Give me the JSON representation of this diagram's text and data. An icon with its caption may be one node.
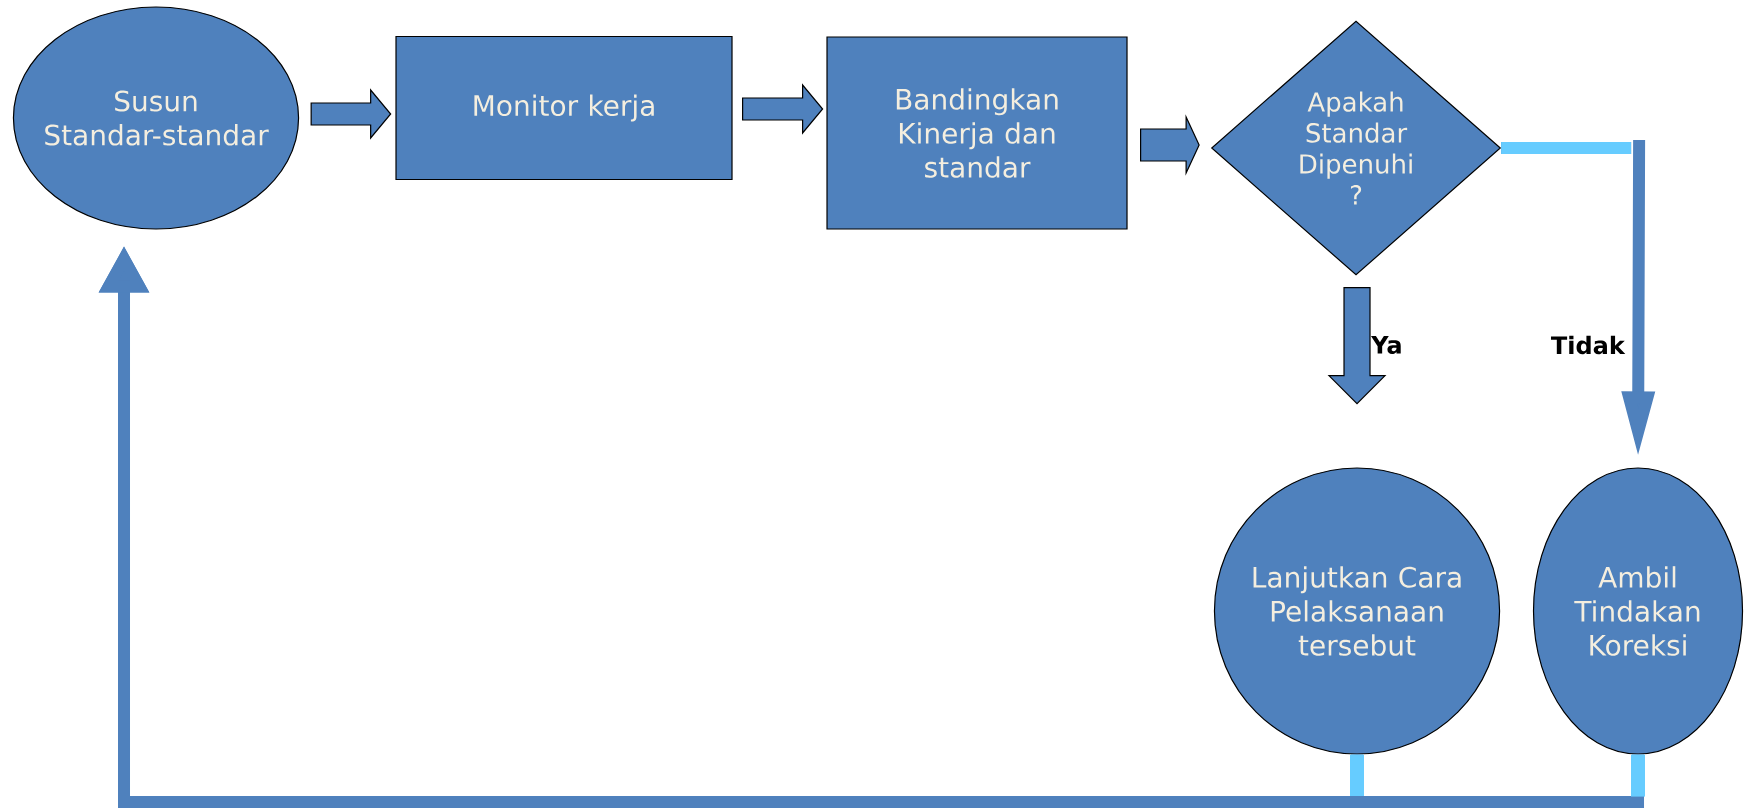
{
  "diagram": {
    "nodes": [
      {
        "text": [
          "Susun Standar-standar"
        ]
      },
      {
        "text": [
          "Monitor kerja"
        ]
      },
      {
        "text": [
          "Bandingkan Kinerja dan standar"
        ]
      },
      {
        "text": [
          "Apakah Standar Dipenuhi ?"
        ]
      },
      {
        "text": [
          "Lanjutkan Cara Pelaksanaan tersebut"
        ]
      },
      {
        "text": [
          "Ambil Tindakan Koreksi"
        ]
      }
    ],
    "edges": [
      {
        "from": 0,
        "to": 1,
        "arrow": "to"
      },
      {
        "from": 1,
        "to": 2,
        "arrow": "to"
      },
      {
        "from": 2,
        "to": 3,
        "arrow": "to"
      },
      {
        "from": 3,
        "to": 4,
        "arrow": "to",
        "label": "Ya"
      },
      {
        "from": 3,
        "to": 5,
        "arrow": "to",
        "label": "Tidak"
      },
      {
        "from": 4,
        "to": 0,
        "arrow": "to"
      },
      {
        "from": 5,
        "to": 0,
        "arrow": "to"
      }
    ]
  }
}
